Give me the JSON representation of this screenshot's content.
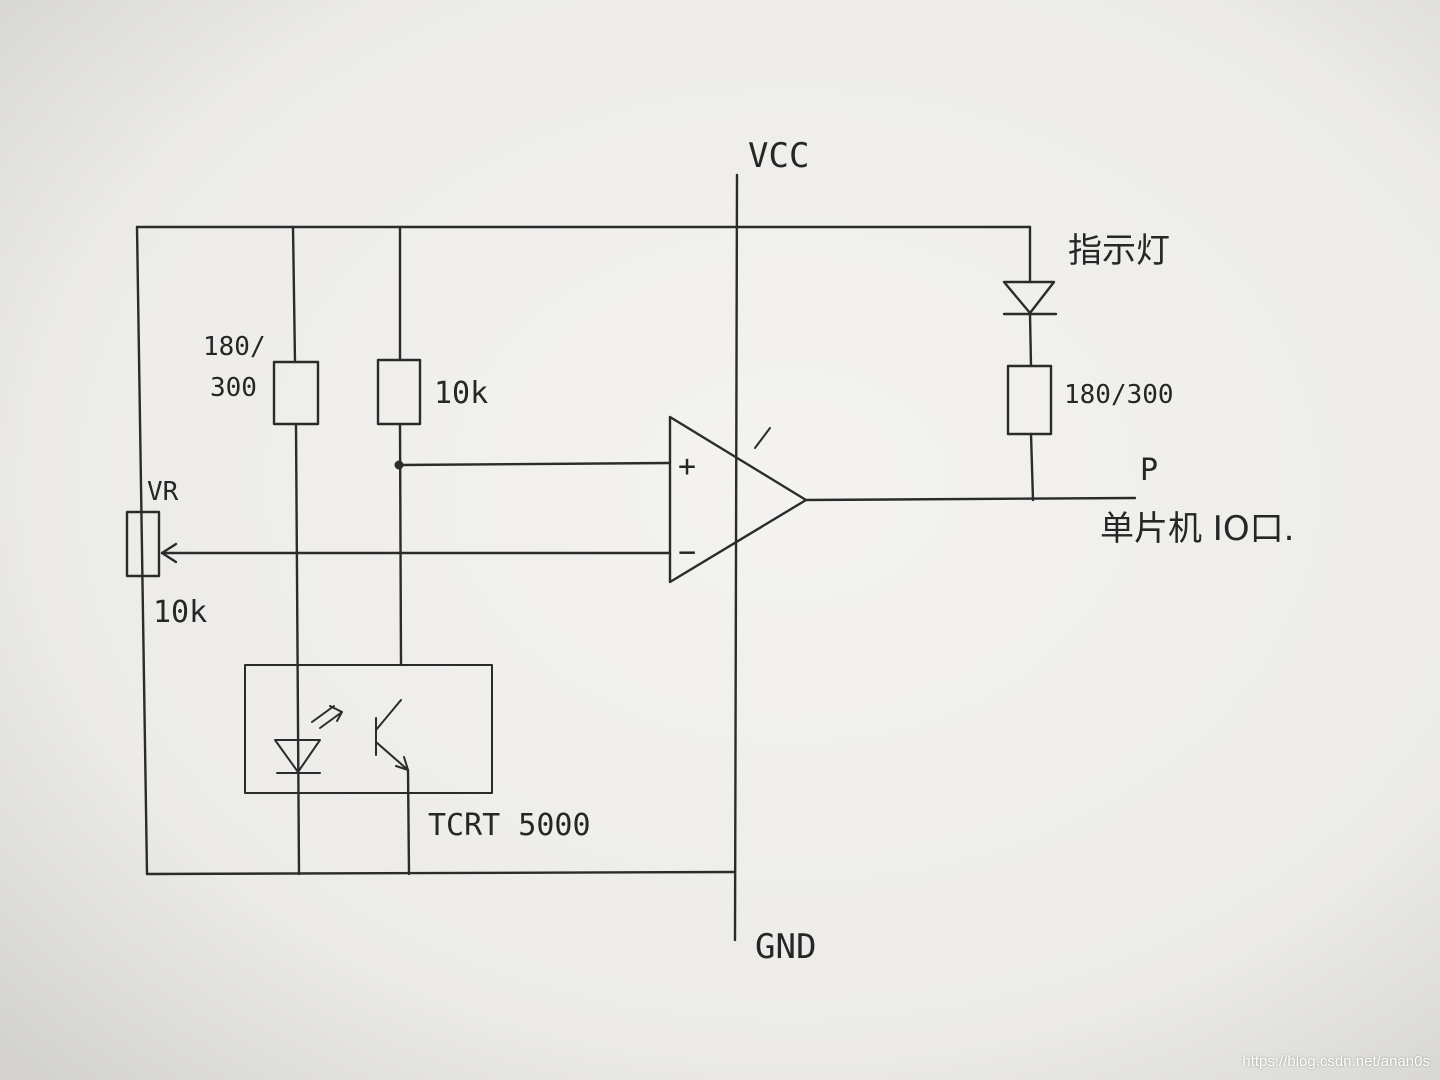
{
  "labels": {
    "vcc": "VCC",
    "gnd": "GND",
    "r1_top": "180/",
    "r1_bottom": "300",
    "r2": "10k",
    "vr": "VR",
    "vr_value": "10k",
    "plus": "+",
    "minus": "−",
    "indicator": "指示灯",
    "r3": "180/300",
    "p": "P",
    "mcu_io": "单片机 IO口.",
    "tcrt": "TCRT 5000"
  },
  "watermark": "https://blog.csdn.net/anan0s"
}
